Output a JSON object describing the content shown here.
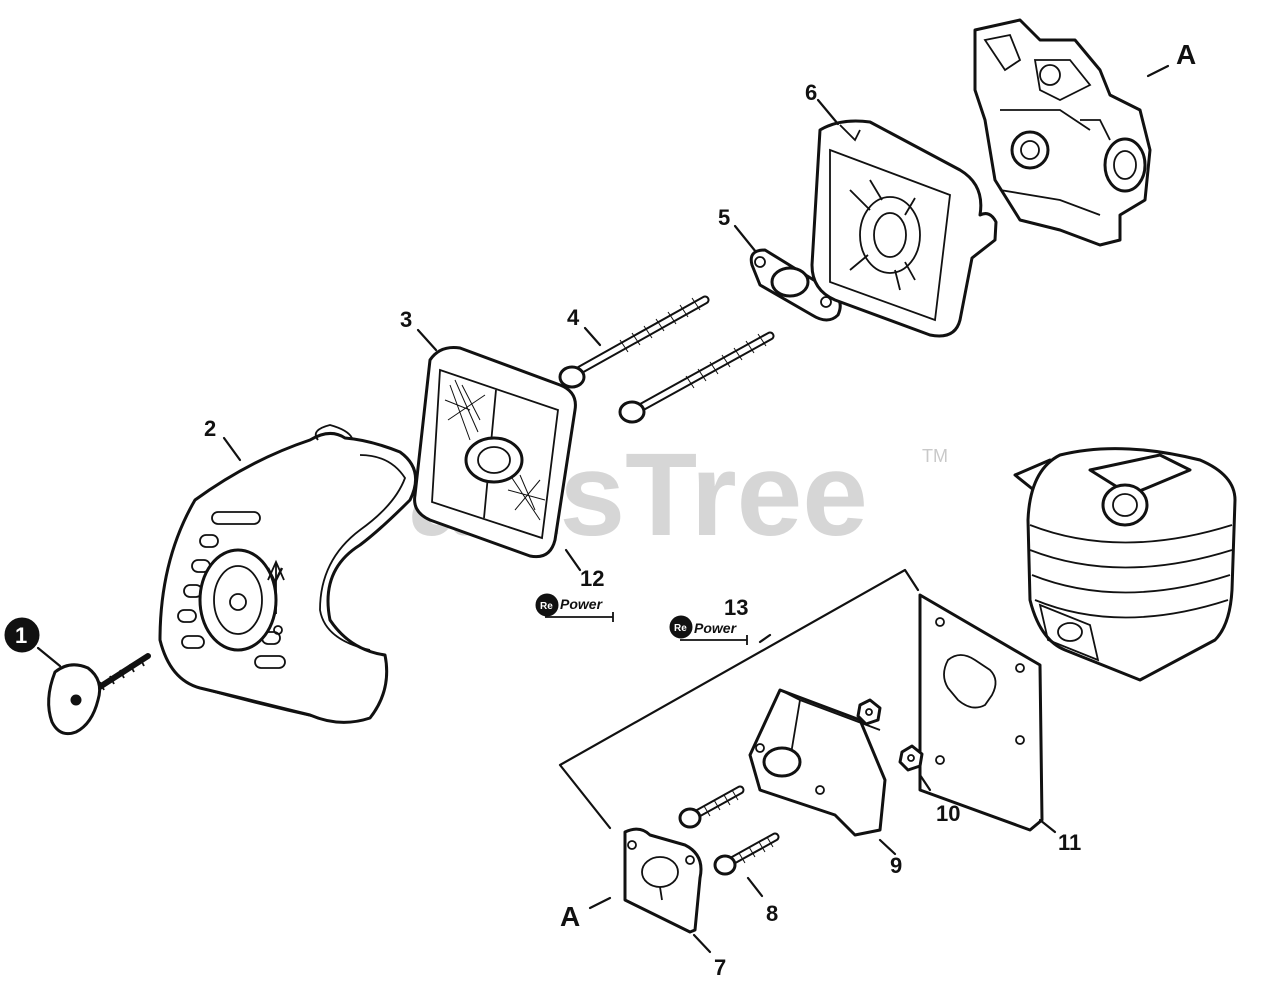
{
  "watermark": {
    "text": "PartsTree",
    "tm": "TM"
  },
  "badges": {
    "repower_prefix": "Re",
    "repower_text": "Power"
  },
  "callouts": [
    {
      "id": "1",
      "label": "1",
      "circled": true
    },
    {
      "id": "2",
      "label": "2"
    },
    {
      "id": "3",
      "label": "3"
    },
    {
      "id": "4",
      "label": "4"
    },
    {
      "id": "5",
      "label": "5"
    },
    {
      "id": "6",
      "label": "6"
    },
    {
      "id": "7",
      "label": "7"
    },
    {
      "id": "8",
      "label": "8"
    },
    {
      "id": "9",
      "label": "9"
    },
    {
      "id": "10",
      "label": "10"
    },
    {
      "id": "11",
      "label": "11"
    },
    {
      "id": "12",
      "label": "12"
    },
    {
      "id": "13",
      "label": "13"
    },
    {
      "id": "A1",
      "label": "A"
    },
    {
      "id": "A2",
      "label": "A"
    }
  ],
  "colors": {
    "ink": "#111111",
    "watermark": "#c9c9c9",
    "background": "#ffffff"
  }
}
